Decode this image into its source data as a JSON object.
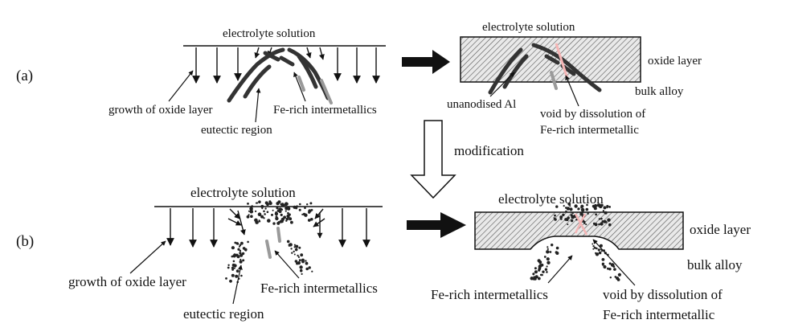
{
  "panels": {
    "a": {
      "panel_label": "(a)",
      "before": {
        "electrolyte": "electrolyte solution",
        "growth": "growth of oxide layer",
        "eutectic": "eutectic region",
        "fe_rich": "Fe-rich intermetallics"
      },
      "after": {
        "electrolyte": "electrolyte solution",
        "oxide": "oxide layer",
        "bulk": "bulk alloy",
        "unanodised": "unanodised Al",
        "void_line1": "void by dissolution of",
        "void_line2": "Fe-rich intermetallic"
      }
    },
    "modification": "modification",
    "b": {
      "panel_label": "(b)",
      "before": {
        "electrolyte": "electrolyte solution",
        "growth": "growth of oxide layer",
        "eutectic": "eutectic region",
        "fe_rich": "Fe-rich intermetallics"
      },
      "after": {
        "electrolyte": "electrolyte solution",
        "oxide": "oxide layer",
        "bulk": "bulk alloy",
        "fe_rich": "Fe-rich intermetallics",
        "void_line1": "void by dissolution of",
        "void_line2": "Fe-rich intermetallic"
      }
    }
  },
  "colors": {
    "ink": "#111111",
    "grey_particle": "#9a9a9a",
    "hatch": "#555555",
    "void": "#f5b5b5"
  }
}
